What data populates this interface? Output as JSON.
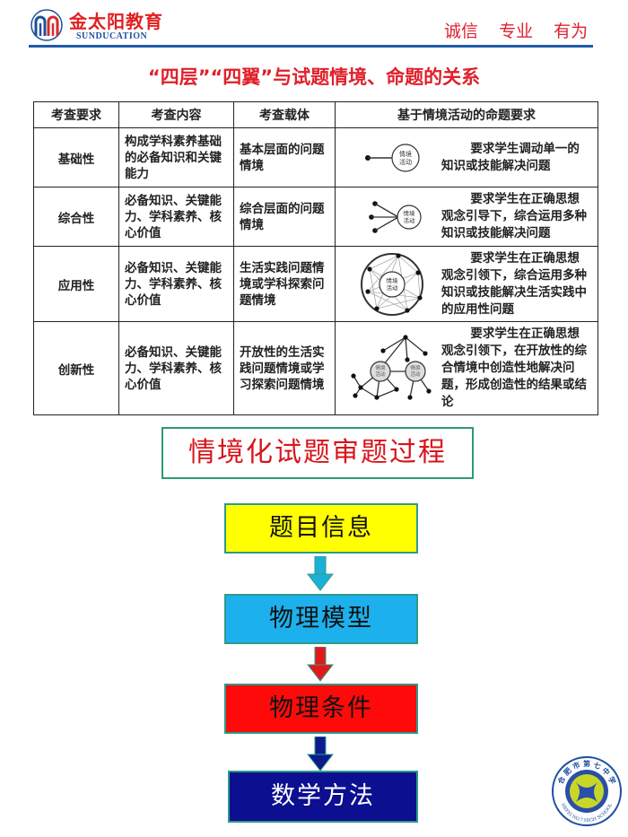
{
  "header": {
    "brand_cn": "金太阳教育",
    "brand_en": "SUNDUCATION",
    "motto": [
      "诚信",
      "专业",
      "有为"
    ]
  },
  "doc_title": "“四层”“四翼”与试题情境、命题的关系",
  "table": {
    "columns": [
      "考查要求",
      "考查内容",
      "考查载体",
      "基于情境活动的命题要求"
    ],
    "diagram_label": "情境活动",
    "rows": [
      {
        "requirement": "基础性",
        "content": "构成学科素养基础的必备知识和关键能力",
        "carrier": "基本层面的问题情境",
        "diagram": "single-link-diagram",
        "proposition": "要求学生调动单一的知识或技能解决问题"
      },
      {
        "requirement": "综合性",
        "content": "必备知识、关键能力、学科素养、核心价值",
        "carrier": "综合层面的问题情境",
        "diagram": "multi-link-diagram",
        "proposition": "要求学生在正确思想观念引导下，综合运用多种知识或技能解决问题"
      },
      {
        "requirement": "应用性",
        "content": "必备知识、关键能力、学科素养、核心价值",
        "carrier": "生活实践问题情境或学科探索问题情境",
        "diagram": "network-circle-diagram",
        "proposition": "要求学生在正确思想观念引领下，综合运用多种知识或技能解决生活实践中的应用性问题"
      },
      {
        "requirement": "创新性",
        "content": "必备知识、关键能力、学科素养、核心价值",
        "carrier": "开放性的生活实践问题情境或学习探索问题情境",
        "diagram": "open-network-diagram",
        "proposition": "要求学生在正确思想观念引领下，在开放性的综合情境中创造性地解决问题，形成创造性的结果或结论"
      }
    ]
  },
  "process": {
    "title": "情境化试题审题过程",
    "steps": [
      {
        "label": "题目信息",
        "bg": "#ffff00",
        "color": "#111111"
      },
      {
        "label": "物理模型",
        "bg": "#1cb0ec",
        "color": "#111111"
      },
      {
        "label": "物理条件",
        "bg": "#ff0a0a",
        "color": "#111111"
      },
      {
        "label": "数学方法",
        "bg": "#0c0f90",
        "color": "#ffffff"
      }
    ],
    "arrow_colors": [
      "#1cb0d8",
      "#e01a1a",
      "#0c1a8c"
    ]
  },
  "school_badge": {
    "name_cn": "合肥市第七中学",
    "name_en": "HEFEI NO.7 HIGH SCHOOL"
  },
  "colors": {
    "brand_red": "#e02020",
    "brand_blue": "#1e5aa8",
    "frame_green": "#2e9a6e"
  }
}
